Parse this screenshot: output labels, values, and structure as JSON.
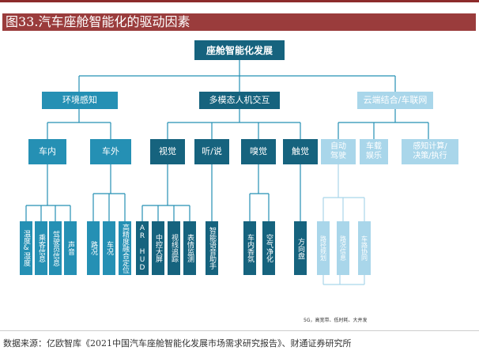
{
  "title": "图33.汽车座舱智能化的驱动因素",
  "root": "座舱智能化发展",
  "level1": [
    "环境感知",
    "多模态人机交互",
    "云端结合/车联网"
  ],
  "level2": {
    "env": [
      "车内",
      "车外"
    ],
    "hmi": [
      "视觉",
      "听/说",
      "嗅觉",
      "触觉"
    ],
    "cloud": [
      "自动\n驾驶",
      "车载\n娱乐",
      "感知计算/\n决策/执行"
    ]
  },
  "leaves": {
    "in_car": [
      "温度&湿度",
      "乘客信息",
      "驾驶员信息",
      "声音"
    ],
    "out_car": [
      "路况",
      "车况",
      "高精度融合定位"
    ],
    "vision": [
      "AR HUD",
      "中控大屏",
      "视线追踪",
      "表情监测"
    ],
    "voice": [
      "智能语音助手"
    ],
    "smell": [
      "车内香氛",
      "空气净化"
    ],
    "touch": [
      "方向盘"
    ],
    "cloud": [
      "路径规划",
      "路况信息",
      "车路协同"
    ]
  },
  "note": "5G，高宽带、低时耗、大并发",
  "source": "数据来源：亿欧智库《2021中国汽车座舱智能化发展市场需求研究报告》、财通证券研究所",
  "colors": {
    "dark": "#16637e",
    "mid": "#2590b4",
    "light": "#a9d6ea",
    "title_bg": "#9a3c3c"
  }
}
